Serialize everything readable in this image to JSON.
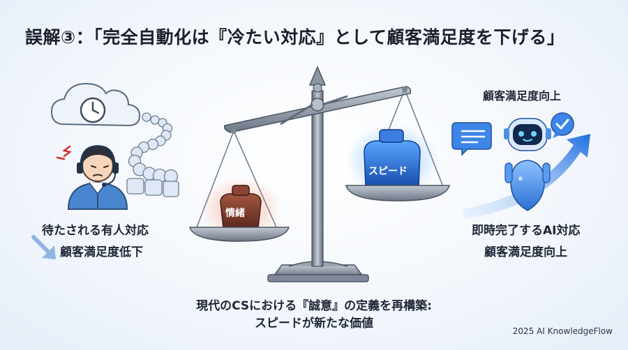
{
  "title": "誤解③：「完全自動化は『冷たい対応』として顧客満足度を下げる」",
  "left": {
    "line1": "待たされる有人対応",
    "line2": "顧客満足度低下"
  },
  "right": {
    "top": "顧客満足度向上",
    "line1": "即時完了するAI対応",
    "line2": "顧客満足度向上"
  },
  "scale": {
    "left_weight": "情緒",
    "right_weight": "スピード"
  },
  "bottom": {
    "line1": "現代のCSにおける『誠意』の定義を再構築:",
    "line2": "スピードが新たな価値"
  },
  "credit": "2025 AI KnowledgeFlow",
  "colors": {
    "accent_blue": "#2d7be0",
    "accent_red": "#c0392b",
    "metal": "#7a8594"
  }
}
